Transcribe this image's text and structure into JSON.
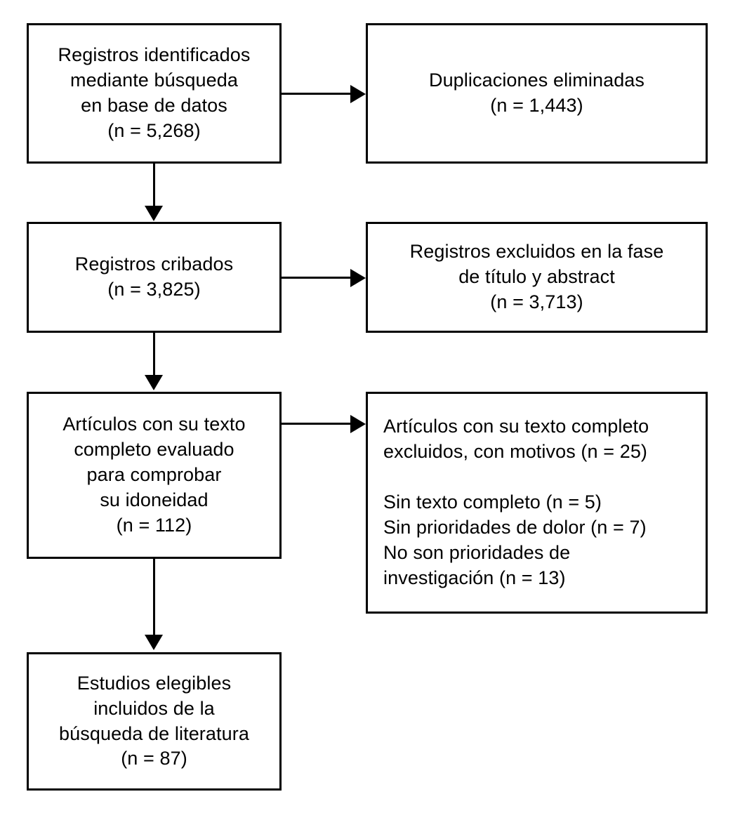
{
  "diagram": {
    "type": "prisma-flow-diagram",
    "language": "es",
    "background_color": "#ffffff",
    "line_color": "#000000",
    "text_color": "#000000",
    "boxes": [
      {
        "id": "identified",
        "name": "records-identified-box",
        "align": "center",
        "text": "Registros identificados\nmediante búsqueda\nen base de datos\n(n = 5,268)",
        "count_label": "(n = 5,268)",
        "count": 5268
      },
      {
        "id": "duplicates",
        "name": "duplicates-removed-box",
        "align": "center",
        "text": "Duplicaciones eliminadas\n(n = 1,443)",
        "count_label": "(n = 1,443)",
        "count": 1443
      },
      {
        "id": "screened",
        "name": "records-screened-box",
        "align": "center",
        "text": "Registros cribados\n(n = 3,825)",
        "count_label": "(n = 3,825)",
        "count": 3825
      },
      {
        "id": "excluded_title_abstract",
        "name": "records-excluded-title-abstract-box",
        "align": "center",
        "text": "Registros excluidos en la fase\nde título y abstract\n(n = 3,713)",
        "count_label": "(n = 3,713)",
        "count": 3713
      },
      {
        "id": "fulltext_assessed",
        "name": "fulltext-assessed-box",
        "align": "center",
        "text": "Artículos con su texto\ncompleto evaluado\npara comprobar\nsu idoneidad\n(n = 112)",
        "count_label": "(n = 112)",
        "count": 112
      },
      {
        "id": "excluded_fulltext",
        "name": "fulltext-excluded-reasons-box",
        "align": "left",
        "text": "Artículos con su texto completo\nexcluidos, con motivos (n = 25)\n\nSin texto completo (n = 5)\nSin prioridades de dolor (n = 7)\nNo son prioridades de\ninvestigación (n = 13)",
        "count_label": "(n = 25)",
        "count": 25,
        "reasons": [
          {
            "label": "Sin texto completo",
            "count_label": "(n = 5)",
            "count": 5
          },
          {
            "label": "Sin prioridades de dolor",
            "count_label": "(n = 7)",
            "count": 7
          },
          {
            "label": "No son prioridades de investigación",
            "count_label": "(n = 13)",
            "count": 13
          }
        ]
      },
      {
        "id": "included",
        "name": "studies-included-box",
        "align": "center",
        "text": "Estudios elegibles\nincluidos de la\nbúsqueda de literatura\n(n = 87)",
        "count_label": "(n = 87)",
        "count": 87
      }
    ],
    "connectors": [
      {
        "id": "c1",
        "from": "identified",
        "to": "duplicates",
        "direction": "right"
      },
      {
        "id": "c2",
        "from": "identified",
        "to": "screened",
        "direction": "down"
      },
      {
        "id": "c3",
        "from": "screened",
        "to": "excluded_title_abstract",
        "direction": "right"
      },
      {
        "id": "c4",
        "from": "screened",
        "to": "fulltext_assessed",
        "direction": "down"
      },
      {
        "id": "c5",
        "from": "fulltext_assessed",
        "to": "excluded_fulltext",
        "direction": "right"
      },
      {
        "id": "c6",
        "from": "fulltext_assessed",
        "to": "included",
        "direction": "down"
      }
    ]
  }
}
